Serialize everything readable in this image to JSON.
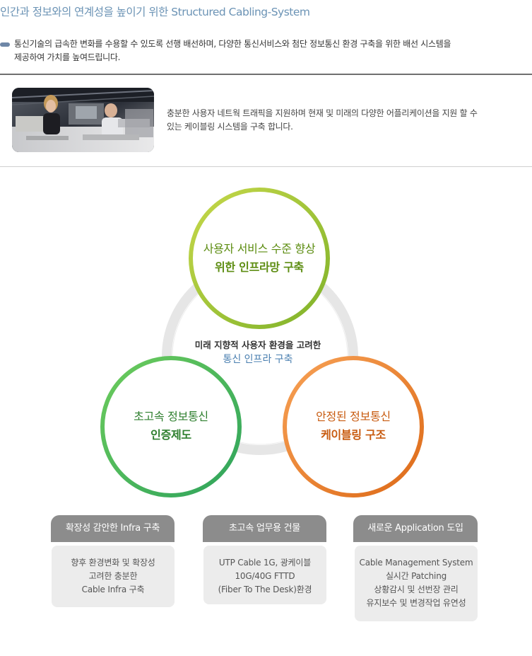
{
  "header": {
    "title": "인간과 정보와의 연계성을 높이기 위한 Structured Cabling-System"
  },
  "intro": {
    "lines": [
      "통신기술의 급속한 변화를 수용할 수 있도록 선행 배선하며, 다양한 통신서비스와 첨단 정보통신 환경 구축을 위한 배선 시스템을",
      "제공하여 가치를 높여드립니다."
    ]
  },
  "feature": {
    "description_lines": [
      "충분한 사용자 네트웍 트래픽을 지원하며 현재 및 미래의 다양한 어플리케이션을 지원 할 수",
      "있는 케이블링 시스템을 구축 합니다."
    ]
  },
  "diagram": {
    "center": {
      "line1": "미래 지향적 사용자 환경을 고려한",
      "line2": "통신 인프라 구축"
    },
    "circles": [
      {
        "line1": "사용자 서비스 수준 향상",
        "line2": "위한 인프라망 구축",
        "color": "#9bc238",
        "text_color": "#5d8d12"
      },
      {
        "line1": "초고속 정보통신",
        "line2": "인증제도",
        "color": "#45b657",
        "text_color": "#2e7f2e"
      },
      {
        "line1": "안정된 정보통신",
        "line2": "케이블링 구조",
        "color": "#ea7b24",
        "text_color": "#c85b10"
      }
    ]
  },
  "cards": [
    {
      "tab": "확장성 감안한 Infra 구축",
      "lines": [
        "향후 환경변화 및 확장성",
        "고려한 충분한",
        "Cable Infra 구축"
      ]
    },
    {
      "tab": "초고속 업무용 건물",
      "lines": [
        "UTP Cable 1G, 광케이블",
        "10G/40G FTTD",
        "(Fiber To The Desk)환경"
      ]
    },
    {
      "tab": "새로운 Application 도입",
      "lines": [
        "Cable Management System",
        "실시간 Patching",
        "상황감시 및 선번장 관리",
        "유지보수 및 변경작업 유연성"
      ]
    }
  ],
  "colors": {
    "title": "#6b93b5",
    "tab_bg": "#8c8c8c",
    "card_bg": "#ececec",
    "ring": "#e6e6e6"
  },
  "icons": {
    "bullet": "rounded-bar-bullet",
    "photo": "office-workers-photo"
  }
}
